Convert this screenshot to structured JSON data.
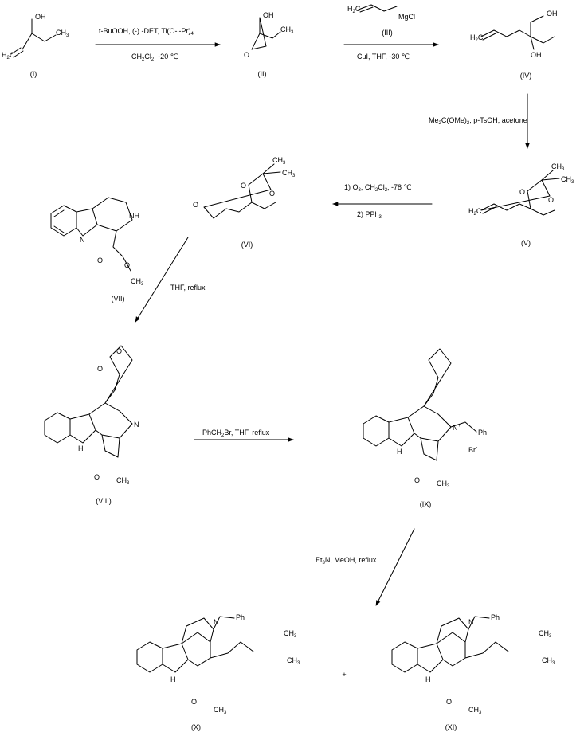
{
  "compounds": [
    {
      "id": "I",
      "label": "(I)"
    },
    {
      "id": "II",
      "label": "(II)"
    },
    {
      "id": "III",
      "label": "(III)"
    },
    {
      "id": "IV",
      "label": "(IV)"
    },
    {
      "id": "V",
      "label": "(V)"
    },
    {
      "id": "VI",
      "label": "(VI)"
    },
    {
      "id": "VII",
      "label": "(VII)"
    },
    {
      "id": "VIII",
      "label": "(VIII)"
    },
    {
      "id": "IX",
      "label": "(IX)"
    },
    {
      "id": "X",
      "label": "(X)"
    },
    {
      "id": "XI",
      "label": "(XI)"
    }
  ],
  "conditions": {
    "step1_top": "t-BuOOH, (-) -DET, Ti(O-i-Pr)",
    "step1_top_sub": "4",
    "step1_bottom_a": "CH",
    "step1_bottom_sub1": "2",
    "step1_bottom_b": "Cl",
    "step1_bottom_sub2": "2",
    "step1_bottom_c": ", -20 ℃",
    "step2_bottom": "CuI, THF, -30 ℃",
    "step3_a": "Me",
    "step3_sub1": "2",
    "step3_b": "C(OMe)",
    "step3_sub2": "2",
    "step3_c": ", p-TsOH, acetone",
    "step4_top_a": "1) O",
    "step4_top_sub1": "3",
    "step4_top_b": ", CH",
    "step4_top_sub2": "2",
    "step4_top_c": "Cl",
    "step4_top_sub3": "2",
    "step4_top_d": ", -78 ℃",
    "step4_bottom_a": "2) PPh",
    "step4_bottom_sub": "3",
    "step5": "THF, reflux",
    "step6_a": "PhCH",
    "step6_sub": "2",
    "step6_b": "Br, THF, reflux",
    "step7_a": "Et",
    "step7_sub": "3",
    "step7_b": "N, MeOH, reflux"
  },
  "atoms": {
    "oh": "OH",
    "o": "O",
    "h": "H",
    "n": "N",
    "nh": "NH",
    "ch3": "CH",
    "sub3": "3",
    "h2c": "H",
    "sub2": "2",
    "c": "C",
    "mgcl": "MgCl",
    "ph": "Ph",
    "plus_sup": "+",
    "br": "Br",
    "minus_sup": "-"
  },
  "plus_sign": "+"
}
